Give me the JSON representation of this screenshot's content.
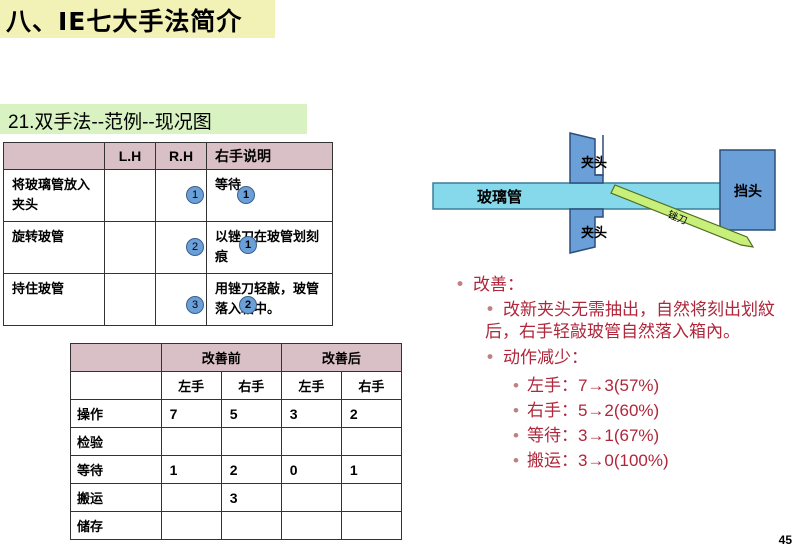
{
  "title": "八、IE七大手法简介",
  "subtitle": "21.双手法--范例--现况图",
  "table1": {
    "headers": [
      "",
      "L.H",
      "R.H",
      "右手说明"
    ],
    "rows": [
      {
        "action": "将玻璃管放入夹头",
        "desc": "等待",
        "num": "1",
        "num2": "1"
      },
      {
        "action": "旋转玻管",
        "desc": "以锉刀在玻管划刻痕",
        "num": "2",
        "num2": "1"
      },
      {
        "action": "持住玻管",
        "desc": "用锉刀轻敲，玻管落入箱中。",
        "num": "3",
        "num2": "2"
      }
    ]
  },
  "table2": {
    "before": "改善前",
    "after": "改善后",
    "left": "左手",
    "right": "右手",
    "rows": [
      {
        "label": "操作",
        "v": [
          "7",
          "5",
          "3",
          "2"
        ]
      },
      {
        "label": "检验",
        "v": [
          "",
          "",
          "",
          ""
        ]
      },
      {
        "label": "等待",
        "v": [
          "1",
          "2",
          "0",
          "1"
        ]
      },
      {
        "label": "搬运",
        "v": [
          "",
          "3",
          "",
          ""
        ]
      },
      {
        "label": "储存",
        "v": [
          "",
          "",
          "",
          ""
        ]
      }
    ]
  },
  "diagram": {
    "glass_tube": "玻璃管",
    "clamp_top": "夹头",
    "clamp_bottom": "夹头",
    "stopper": "挡头",
    "file": "锉刀"
  },
  "improve": {
    "heading": "改善：",
    "point1": "改新夹头无需抽出，自然将刻出划紋后，右手轻敲玻管自然落入箱內。",
    "point2": "动作减少：",
    "items": [
      "左手：7→3(57%)",
      "右手：5→2(60%)",
      "等待：3→1(67%)",
      "搬运：3→0(100%)"
    ]
  },
  "page_number": "45",
  "colors": {
    "title_bg": "#f3f2b6",
    "sub_bg": "#d9f2c2",
    "header_bg": "#d9bfc6",
    "accent": "#b0263a",
    "tube": "#86d9ea",
    "clamp": "#6b9fd8"
  }
}
